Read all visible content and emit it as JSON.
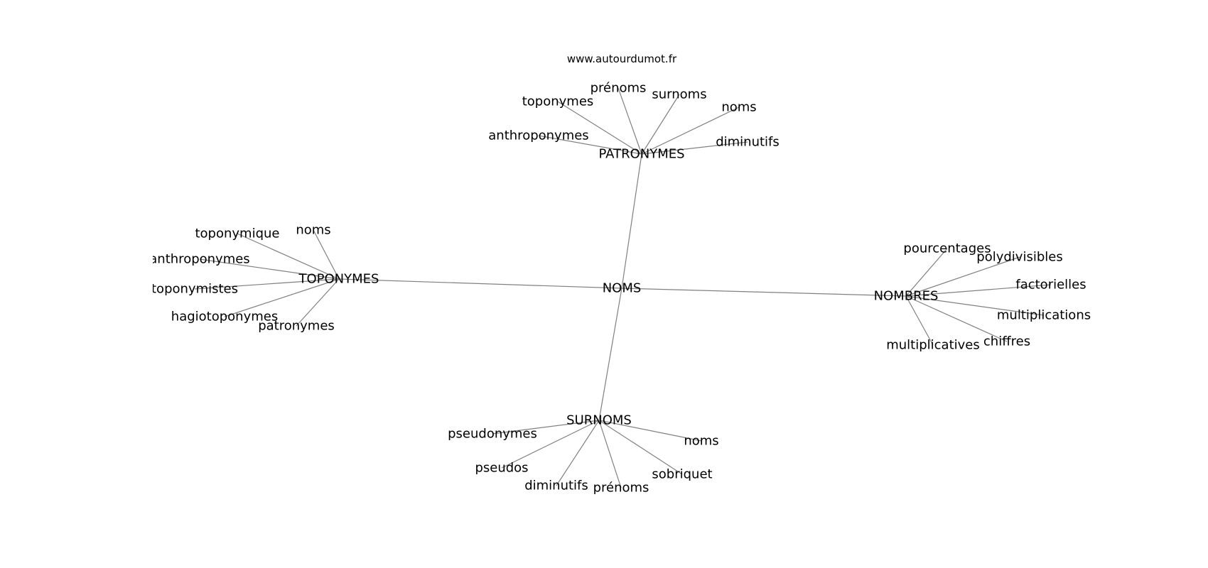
{
  "source": "www.autourdumot.fr",
  "center": {
    "label": "NOMS"
  },
  "clusters": [
    {
      "id": "patronymes",
      "label": "PATRONYMES",
      "leaves": [
        "prénoms",
        "surnoms",
        "toponymes",
        "noms",
        "anthroponymes",
        "diminutifs"
      ]
    },
    {
      "id": "toponymes",
      "label": "TOPONYMES",
      "leaves": [
        "toponymique",
        "noms",
        "anthroponymes",
        "toponymistes",
        "hagiotoponymes",
        "patronymes"
      ]
    },
    {
      "id": "nombres",
      "label": "NOMBRES",
      "leaves": [
        "pourcentages",
        "polydivisibles",
        "factorielles",
        "multiplications",
        "chiffres",
        "multiplicatives"
      ]
    },
    {
      "id": "surnoms",
      "label": "SURNOMS",
      "leaves": [
        "pseudonymes",
        "noms",
        "pseudos",
        "sobriquet",
        "diminutifs",
        "prénoms"
      ]
    }
  ]
}
